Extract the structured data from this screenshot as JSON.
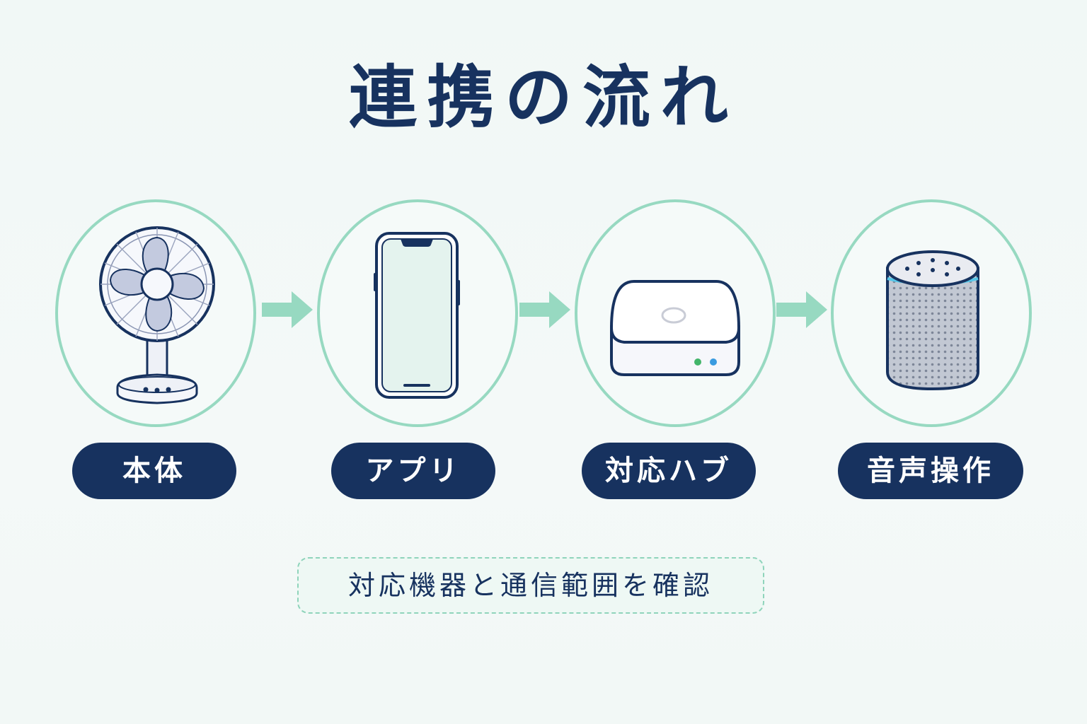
{
  "title": "連携の流れ",
  "steps": [
    {
      "label": "本体",
      "icon": "electric-fan-icon"
    },
    {
      "label": "アプリ",
      "icon": "smartphone-icon"
    },
    {
      "label": "対応ハブ",
      "icon": "smart-hub-icon"
    },
    {
      "label": "音声操作",
      "icon": "smart-speaker-icon"
    }
  ],
  "note": "対応機器と通信範囲を確認",
  "colors": {
    "navy": "#17325f",
    "mint": "#97d9c1",
    "background": "#f2f8f6"
  }
}
